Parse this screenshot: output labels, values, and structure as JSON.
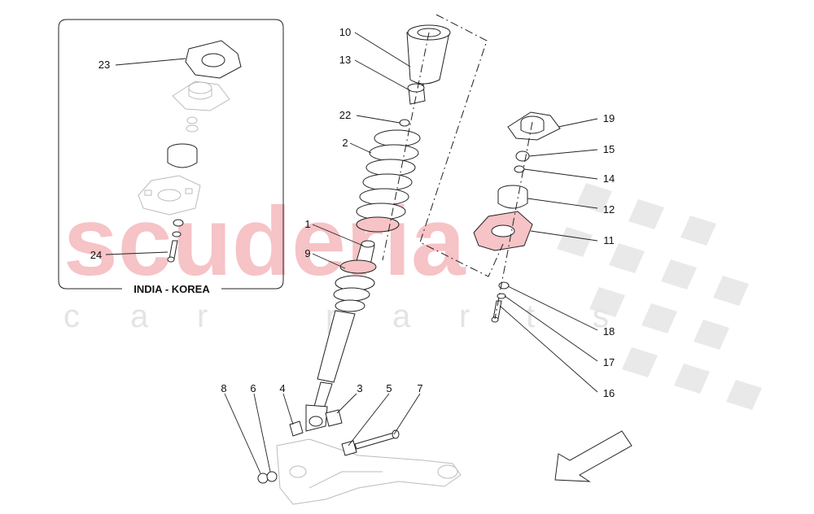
{
  "watermark": {
    "brand": "scuderia",
    "letters": [
      "c",
      "a",
      "r",
      "p",
      "a",
      "r",
      "t",
      "s"
    ]
  },
  "inset": {
    "label": "INDIA - KOREA"
  },
  "callouts": [
    {
      "id": "c1",
      "text": "1"
    },
    {
      "id": "c2",
      "text": "2"
    },
    {
      "id": "c3",
      "text": "3"
    },
    {
      "id": "c4",
      "text": "4"
    },
    {
      "id": "c5",
      "text": "5"
    },
    {
      "id": "c6",
      "text": "6"
    },
    {
      "id": "c7",
      "text": "7"
    },
    {
      "id": "c8",
      "text": "8"
    },
    {
      "id": "c9",
      "text": "9"
    },
    {
      "id": "c10",
      "text": "10"
    },
    {
      "id": "c11",
      "text": "11"
    },
    {
      "id": "c12",
      "text": "12"
    },
    {
      "id": "c13",
      "text": "13"
    },
    {
      "id": "c14",
      "text": "14"
    },
    {
      "id": "c15",
      "text": "15"
    },
    {
      "id": "c16",
      "text": "16"
    },
    {
      "id": "c17",
      "text": "17"
    },
    {
      "id": "c18",
      "text": "18"
    },
    {
      "id": "c19",
      "text": "19"
    },
    {
      "id": "c22",
      "text": "22"
    },
    {
      "id": "c23",
      "text": "23"
    },
    {
      "id": "c24",
      "text": "24"
    }
  ],
  "colors": {
    "watermark_pink": "#f6c3c6",
    "watermark_grey": "#e4e4e4",
    "line": "#222222"
  },
  "icons": {
    "direction": "direction-arrow-icon"
  }
}
